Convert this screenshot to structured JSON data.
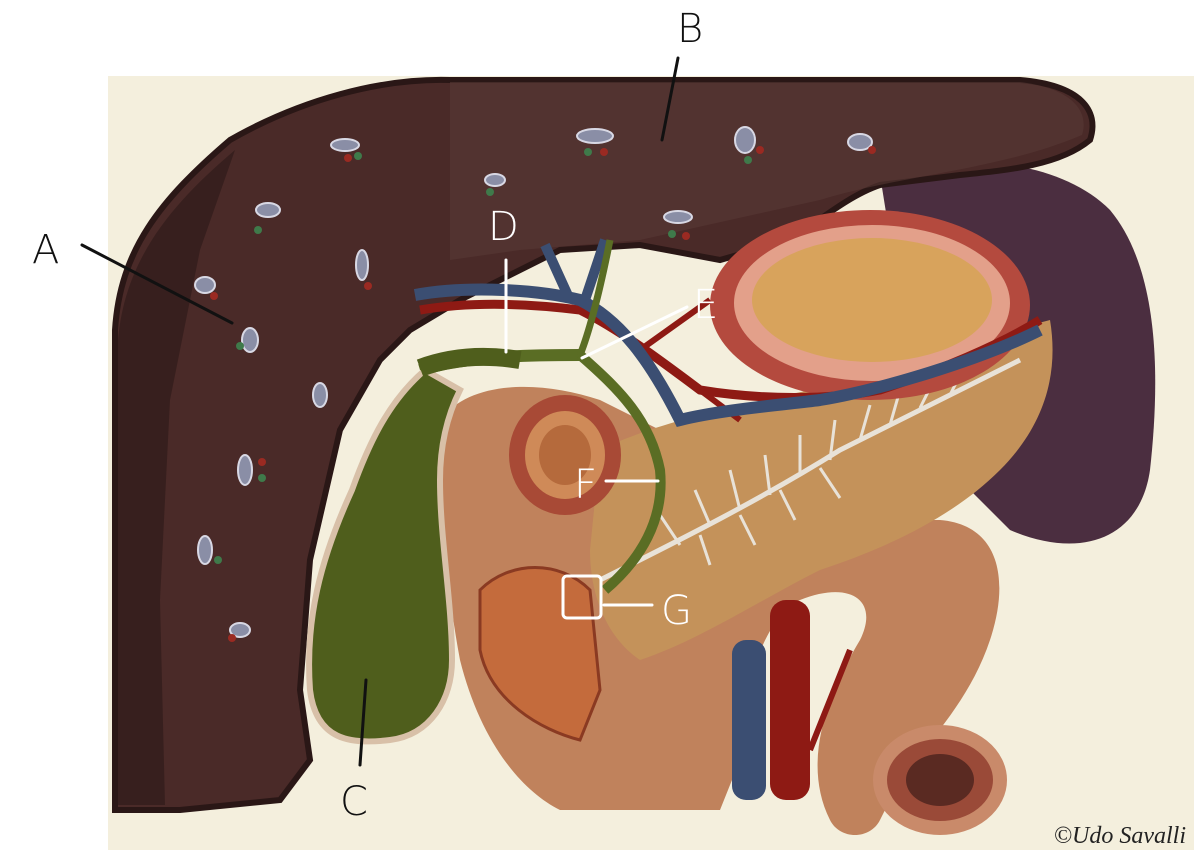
{
  "labels": {
    "A": "A",
    "B": "B",
    "C": "C",
    "D": "D",
    "E": "E",
    "F": "F",
    "G": "G"
  },
  "credit": "©Udo Savalli",
  "colors": {
    "background_panel": "#f6f2e2",
    "liver": "#4a2a28",
    "liver_edge": "#2a1716",
    "gallbladder": "#4f5e1c",
    "pancreas": "#c4925a",
    "duodenum": "#c0805a",
    "spleen": "#4a2d3e",
    "artery": "#8e1a14",
    "vein": "#3b4e72",
    "bile_duct": "#5a6d24"
  }
}
